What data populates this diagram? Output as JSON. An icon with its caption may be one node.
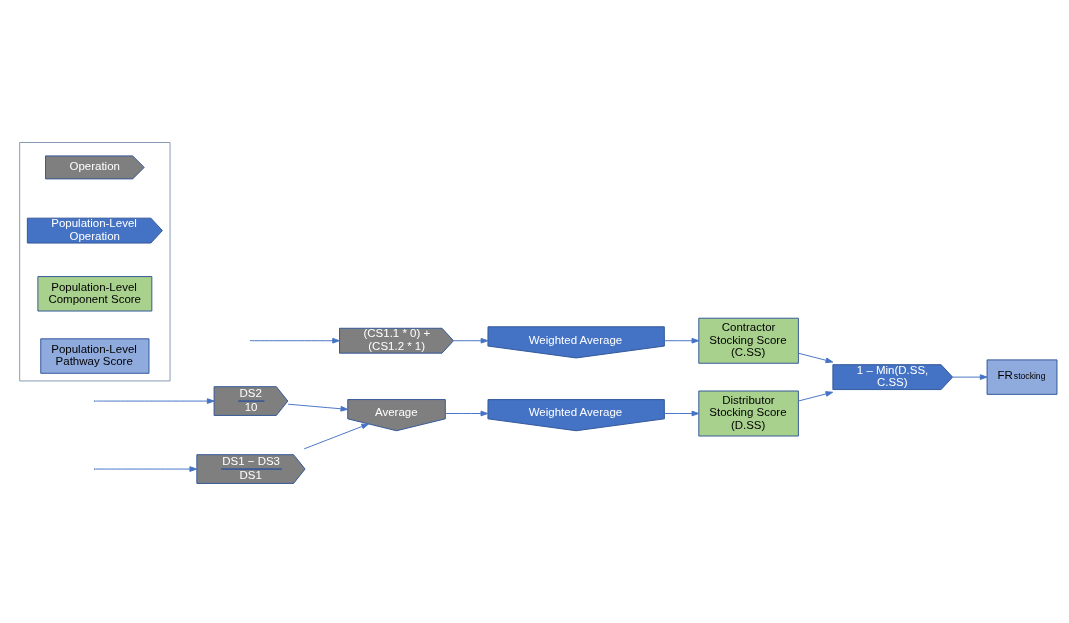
{
  "diagram": {
    "nodes": [
      {
        "text": [
          "DS1 − DS3",
          "DS1"
        ]
      },
      {
        "text": [
          "DS2",
          "10"
        ]
      },
      {
        "text": [
          "Average"
        ]
      },
      {
        "text": [
          "Weighted Average"
        ]
      },
      {
        "text": [
          "Distributor Stocking Score (D.SS)"
        ]
      },
      {
        "text": [
          "(CS1.1 * 0) + (CS1.2 * 1)"
        ]
      },
      {
        "text": [
          "Weighted Average"
        ]
      },
      {
        "text": [
          "Contractor Stocking Score (C.SS)"
        ]
      },
      {
        "text": [
          "1 – Min(D.SS, C.SS)"
        ]
      },
      {
        "text": [
          "FR$_{stocking}$"
        ]
      },
      {
        "text": [],
        "shape": "box"
      },
      {
        "text": [
          "Operation"
        ],
        "in": 10
      },
      {
        "text": [
          "Population-Level Operation"
        ],
        "in": 10
      },
      {
        "text": [
          "Population-Level Component Score"
        ],
        "in": 10
      },
      {
        "text": [
          "Population-Level Pathway Score"
        ],
        "in": 10
      }
    ],
    "edges": [
      {
        "from": null,
        "to": 0,
        "arrow": "to"
      },
      {
        "from": null,
        "to": 1,
        "arrow": "to"
      },
      {
        "from": 0,
        "to": 2,
        "arrow": "to"
      },
      {
        "from": 1,
        "to": 2,
        "arrow": "to"
      },
      {
        "from": 2,
        "to": 3,
        "arrow": "to"
      },
      {
        "from": 3,
        "to": 4,
        "arrow": "to"
      },
      {
        "from": null,
        "to": 5,
        "arrow": "to"
      },
      {
        "from": 5,
        "to": 6,
        "arrow": "to"
      },
      {
        "from": 6,
        "to": 7,
        "arrow": "to"
      },
      {
        "from": 4,
        "to": 8,
        "arrow": "to"
      },
      {
        "from": 7,
        "to": 8,
        "arrow": "to"
      },
      {
        "from": 8,
        "to": 9,
        "arrow": "to"
      }
    ]
  }
}
